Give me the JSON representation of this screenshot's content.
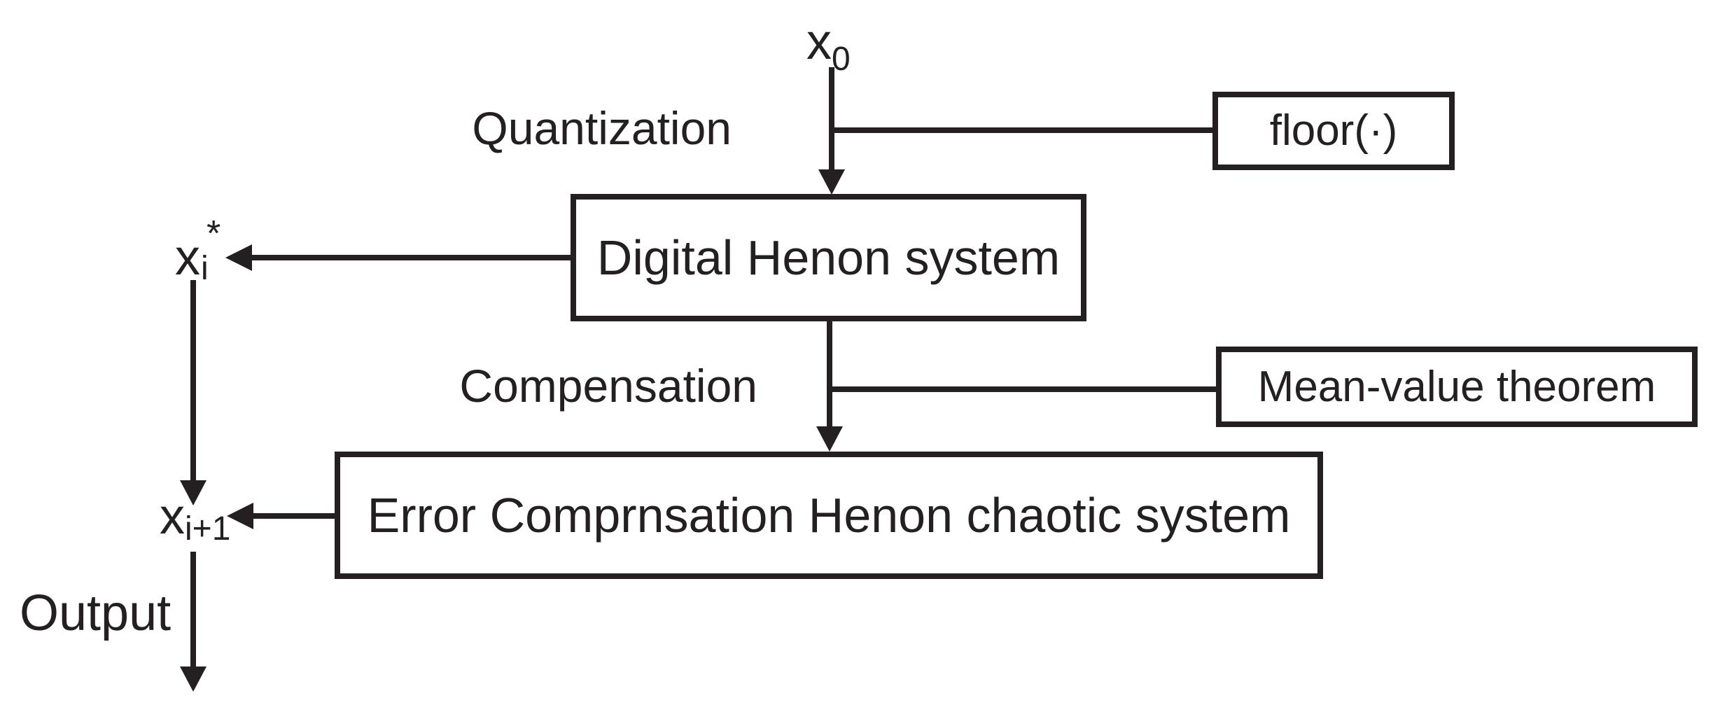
{
  "diagram": {
    "colors": {
      "ink": "#242021",
      "background": "#ffffff"
    },
    "labels": {
      "x0": {
        "base": "x",
        "sub": "0"
      },
      "quantization": "Quantization",
      "floor_box": "floor(·)",
      "digital_henon_box": "Digital Henon system",
      "xi_star": {
        "base": "x",
        "sub": "i",
        "sup": "*"
      },
      "compensation": "Compensation",
      "mean_value_box": "Mean-value theorem",
      "error_box": "Error Comprnsation Henon chaotic system",
      "xi_plus_1": {
        "base": "x",
        "sub": "i+1"
      },
      "output": "Output"
    },
    "nodes": [
      {
        "id": "x0",
        "type": "variable",
        "text": "x0"
      },
      {
        "id": "floor",
        "type": "process-box",
        "text": "floor(·)"
      },
      {
        "id": "digital_henon",
        "type": "process-box",
        "text": "Digital Henon system"
      },
      {
        "id": "xi_star",
        "type": "variable",
        "text": "xi*"
      },
      {
        "id": "mean_value",
        "type": "process-box",
        "text": "Mean-value theorem"
      },
      {
        "id": "error_compensation",
        "type": "process-box",
        "text": "Error Comprnsation Henon chaotic system"
      },
      {
        "id": "xi_plus_1",
        "type": "variable",
        "text": "xi+1"
      },
      {
        "id": "output",
        "type": "terminal",
        "text": "Output"
      }
    ],
    "edges": [
      {
        "from": "x0",
        "to": "digital_henon",
        "label": "Quantization",
        "annotation": "floor(·)",
        "direction": "down"
      },
      {
        "from": "digital_henon",
        "to": "xi_star",
        "direction": "left"
      },
      {
        "from": "digital_henon",
        "to": "error_compensation",
        "label": "Compensation",
        "annotation": "Mean-value theorem",
        "direction": "down"
      },
      {
        "from": "error_compensation",
        "to": "xi_plus_1",
        "direction": "left"
      },
      {
        "from": "xi_star",
        "to": "xi_plus_1",
        "direction": "down"
      },
      {
        "from": "xi_plus_1",
        "to": "output",
        "direction": "down"
      }
    ]
  }
}
